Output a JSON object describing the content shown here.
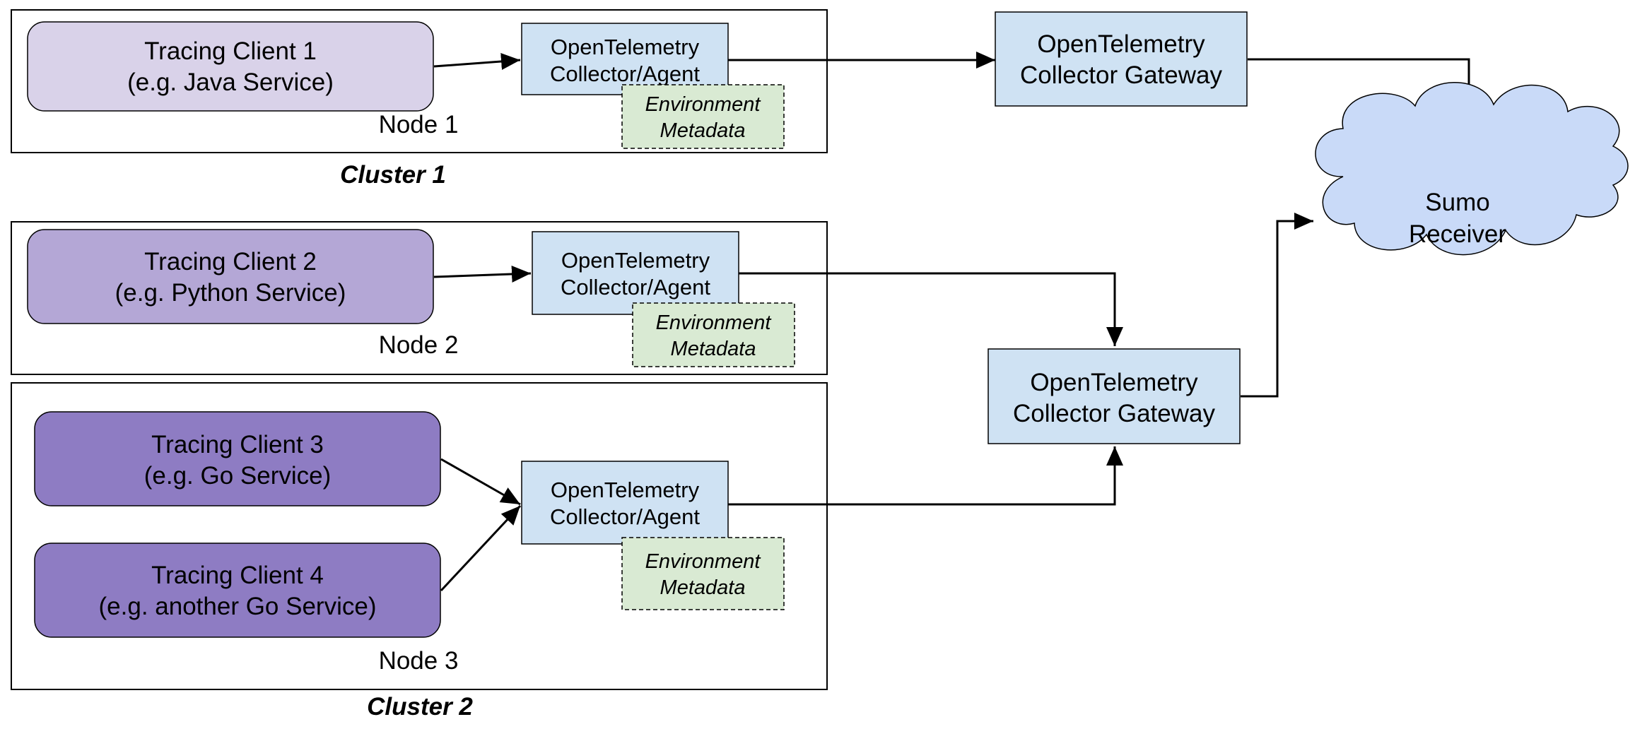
{
  "colors": {
    "client_1": "#d9d2e9",
    "client_2": "#b4a7d6",
    "client_3": "#8e7cc3",
    "otel_box": "#cfe2f3",
    "env_box": "#d9ead3",
    "cloud": "#c9daf8"
  },
  "clusters": [
    {
      "label": "Cluster 1"
    },
    {
      "label": "Cluster 2"
    }
  ],
  "nodes": [
    {
      "label": "Node 1",
      "clients": [
        {
          "line1": "Tracing Client 1",
          "line2": "(e.g. Java Service)"
        }
      ],
      "agent": {
        "line1": "OpenTelemetry",
        "line2": "Collector/Agent"
      },
      "env": {
        "line1": "Environment",
        "line2": "Metadata"
      }
    },
    {
      "label": "Node 2",
      "clients": [
        {
          "line1": "Tracing Client 2",
          "line2": "(e.g. Python Service)"
        }
      ],
      "agent": {
        "line1": "OpenTelemetry",
        "line2": "Collector/Agent"
      },
      "env": {
        "line1": "Environment",
        "line2": "Metadata"
      }
    },
    {
      "label": "Node 3",
      "clients": [
        {
          "line1": "Tracing Client 3",
          "line2": "(e.g. Go Service)"
        },
        {
          "line1": "Tracing Client 4",
          "line2": "(e.g. another Go Service)"
        }
      ],
      "agent": {
        "line1": "OpenTelemetry",
        "line2": "Collector/Agent"
      },
      "env": {
        "line1": "Environment",
        "line2": "Metadata"
      }
    }
  ],
  "gateways": [
    {
      "line1": "OpenTelemetry",
      "line2": "Collector Gateway"
    },
    {
      "line1": "OpenTelemetry",
      "line2": "Collector Gateway"
    }
  ],
  "receiver": {
    "line1": "Sumo",
    "line2": "Receiver"
  }
}
